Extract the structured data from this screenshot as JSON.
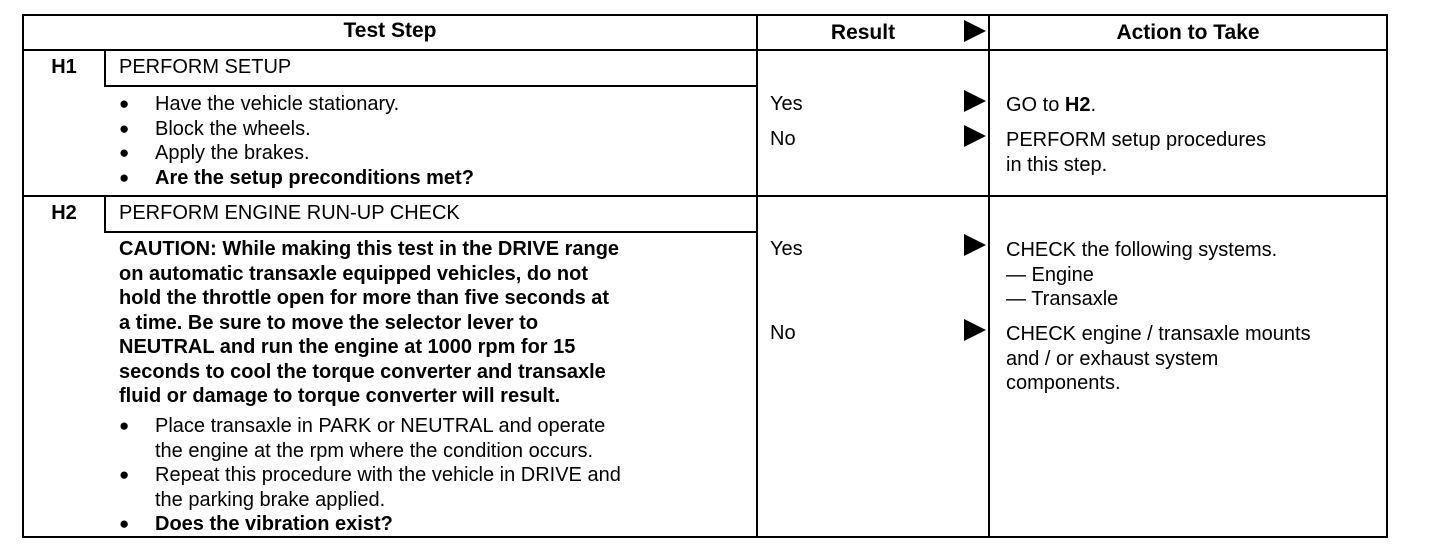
{
  "header": {
    "test_step": "Test Step",
    "result": "Result",
    "action": "Action to Take"
  },
  "steps": [
    {
      "id": "H1",
      "title": "PERFORM SETUP",
      "bullets": [
        "Have the vehicle stationary.",
        "Block the wheels.",
        "Apply the brakes.",
        "Are the setup preconditions met?"
      ],
      "yes": "Yes",
      "no": "No",
      "yes_action_prefix": "GO to ",
      "yes_action_ref": "H2",
      "yes_action_suffix": ".",
      "no_action": [
        "PERFORM setup procedures",
        "in this step."
      ]
    },
    {
      "id": "H2",
      "title": "PERFORM ENGINE RUN-UP CHECK",
      "caution": [
        "CAUTION: While making this test in the DRIVE range",
        "on automatic transaxle equipped vehicles, do not",
        "hold the throttle open for more than five seconds at",
        "a time. Be sure to move the selector lever to",
        "NEUTRAL and run the engine at 1000 rpm for 15",
        "seconds to cool the torque converter and transaxle",
        "fluid or damage to torque converter will result."
      ],
      "bullets": [
        [
          "Place transaxle in PARK or NEUTRAL and operate",
          "the engine at the rpm where the condition occurs."
        ],
        [
          "Repeat this procedure with the vehicle in DRIVE and",
          "the parking brake applied."
        ],
        [
          "Does the vibration exist?"
        ]
      ],
      "yes": "Yes",
      "no": "No",
      "yes_action": [
        "CHECK the following systems.",
        "— Engine",
        "— Transaxle"
      ],
      "no_action": [
        "CHECK engine / transaxle mounts",
        "and / or exhaust system",
        "components."
      ]
    }
  ]
}
